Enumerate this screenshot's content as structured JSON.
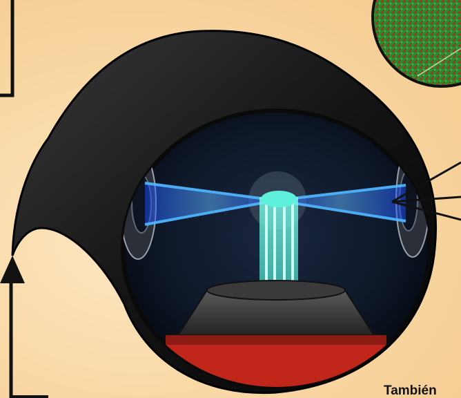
{
  "caption": {
    "text": "También"
  },
  "colors": {
    "background": "#f9d9a6",
    "housing": "#1c1c1c",
    "chamber": "#0d1626",
    "laser_beam": "#2f8bff",
    "trapping_beam": "#33e0c9",
    "base_stage": "#c0261a",
    "tissue_green": "#2fa33a",
    "tissue_red": "#b8261e"
  },
  "icons": [
    "optical-trap-chamber-illustration",
    "microscopy-tissue-inset",
    "upward-arrow-icon",
    "pointer-lines"
  ]
}
